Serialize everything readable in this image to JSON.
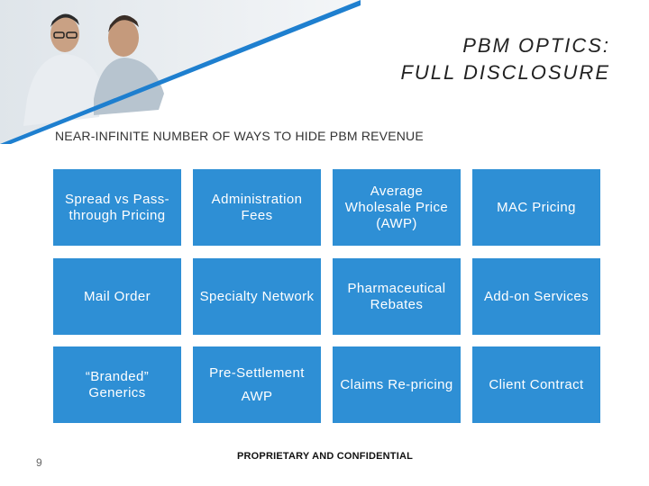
{
  "header": {
    "title_line1": "PBM OPTICS:",
    "title_line2": "FULL DISCLOSURE",
    "subtitle": "NEAR-INFINITE NUMBER OF WAYS TO HIDE PBM REVENUE"
  },
  "tiles": [
    {
      "text": "Spread vs Pass-through Pricing"
    },
    {
      "text": "Administration Fees"
    },
    {
      "text": "Average Wholesale Price (AWP)"
    },
    {
      "text": "MAC Pricing"
    },
    {
      "text": "Mail Order"
    },
    {
      "text": "Specialty Network"
    },
    {
      "text": "Pharmaceutical Rebates"
    },
    {
      "text": "Add-on Services"
    },
    {
      "text": "“Branded” Generics"
    },
    {
      "text_line1": "Pre-Settlement",
      "text_line2": "AWP"
    },
    {
      "text": "Claims Re-pricing"
    },
    {
      "text": "Client Contract"
    }
  ],
  "footer": {
    "page_number": "9",
    "confidential": "PROPRIETARY AND CONFIDENTIAL"
  },
  "colors": {
    "tile_blue": "#2e8fd5",
    "accent_blue": "#1e7fcf"
  }
}
